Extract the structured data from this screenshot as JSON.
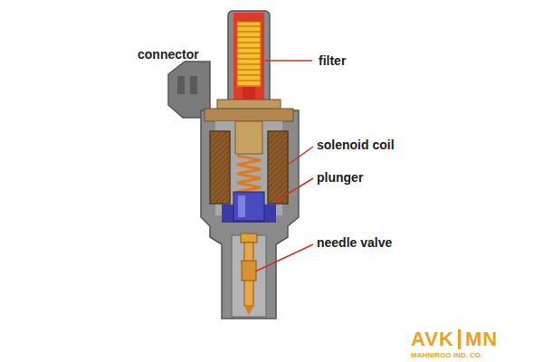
{
  "diagram": {
    "labels": [
      "connector",
      "filter",
      "solenoid coil",
      "plunger",
      "needle valve",
      "AVK",
      "MN",
      "MAHNIROO IND. CO."
    ]
  }
}
